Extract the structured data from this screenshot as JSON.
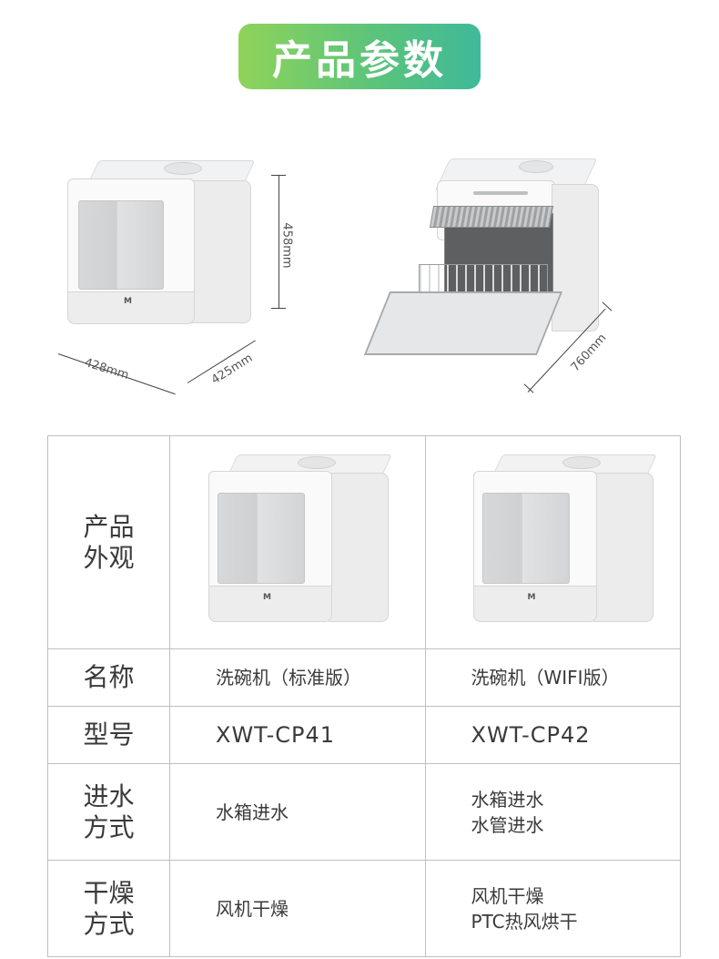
{
  "page_title": "产品参数",
  "dimensions": {
    "width": "428mm",
    "depth": "425mm",
    "height": "458mm",
    "open_depth": "760mm"
  },
  "table": {
    "row_headers": {
      "appearance": [
        "产品",
        "外观"
      ],
      "name": "名称",
      "model": "型号",
      "water_inlet": [
        "进水",
        "方式"
      ],
      "drying": [
        "干燥",
        "方式"
      ]
    },
    "products": [
      {
        "name": "洗碗机（标准版）",
        "model": "XWT-CP41",
        "water_inlet": [
          "水箱进水"
        ],
        "drying": [
          "风机干燥"
        ]
      },
      {
        "name": "洗碗机（WIFI版）",
        "model": "XWT-CP42",
        "water_inlet": [
          "水箱进水",
          "水管进水"
        ],
        "drying": [
          "风机干燥",
          "PTC热风烘干"
        ]
      }
    ]
  },
  "logo_glyph": "M",
  "colors": {
    "title_gradient_start": "#8fd35a",
    "title_gradient_end": "#3fb99a",
    "border": "#bfbfbf",
    "text": "#3a3a3a"
  }
}
